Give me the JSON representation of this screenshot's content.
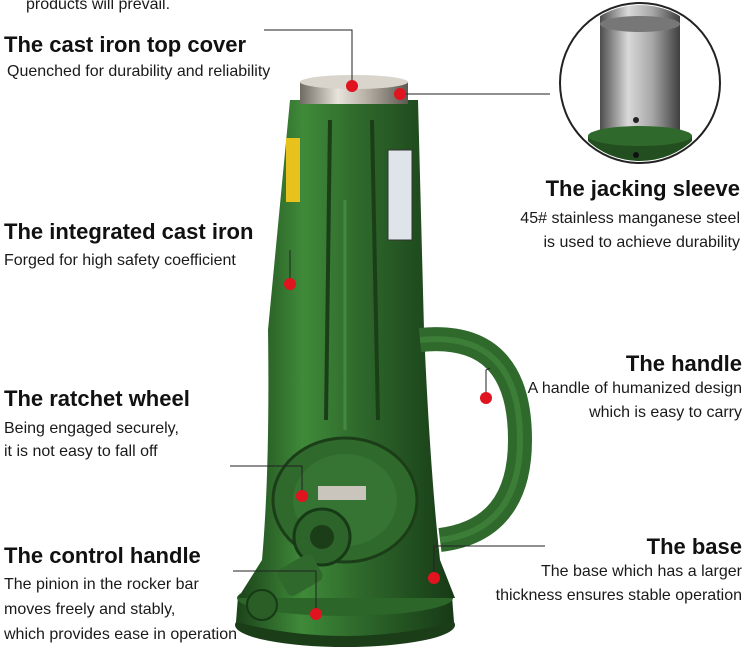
{
  "top_fragment": "products will prevail.",
  "callouts": {
    "top_cover": {
      "title": "The cast iron top cover",
      "desc": [
        "Quenched for durability and reliability"
      ]
    },
    "jacking_sleeve": {
      "title": "The jacking sleeve",
      "desc": [
        "45# stainless manganese steel",
        "is used to achieve durability"
      ]
    },
    "cast_iron": {
      "title": "The integrated cast iron",
      "desc": [
        "Forged for high safety coefficient"
      ]
    },
    "handle": {
      "title": "The handle",
      "desc": [
        "A handle of humanized design",
        "which is easy to carry"
      ]
    },
    "ratchet": {
      "title": "The ratchet wheel",
      "desc": [
        "Being engaged securely,",
        "it is not easy to fall off"
      ]
    },
    "control_handle": {
      "title": "The control handle",
      "desc": [
        "The pinion in the rocker bar",
        "moves freely and stably,",
        "which provides ease in operation"
      ]
    },
    "base": {
      "title": "The base",
      "desc": [
        "The base which has a larger",
        "thickness ensures stable operation"
      ]
    }
  },
  "colors": {
    "jack_green": "#2f6a2c",
    "jack_dark": "#1f4a1d",
    "marker_red": "#e0141e",
    "line": "#222222"
  },
  "icons": [
    "product-jack-illustration",
    "sleeve-detail-circle"
  ]
}
